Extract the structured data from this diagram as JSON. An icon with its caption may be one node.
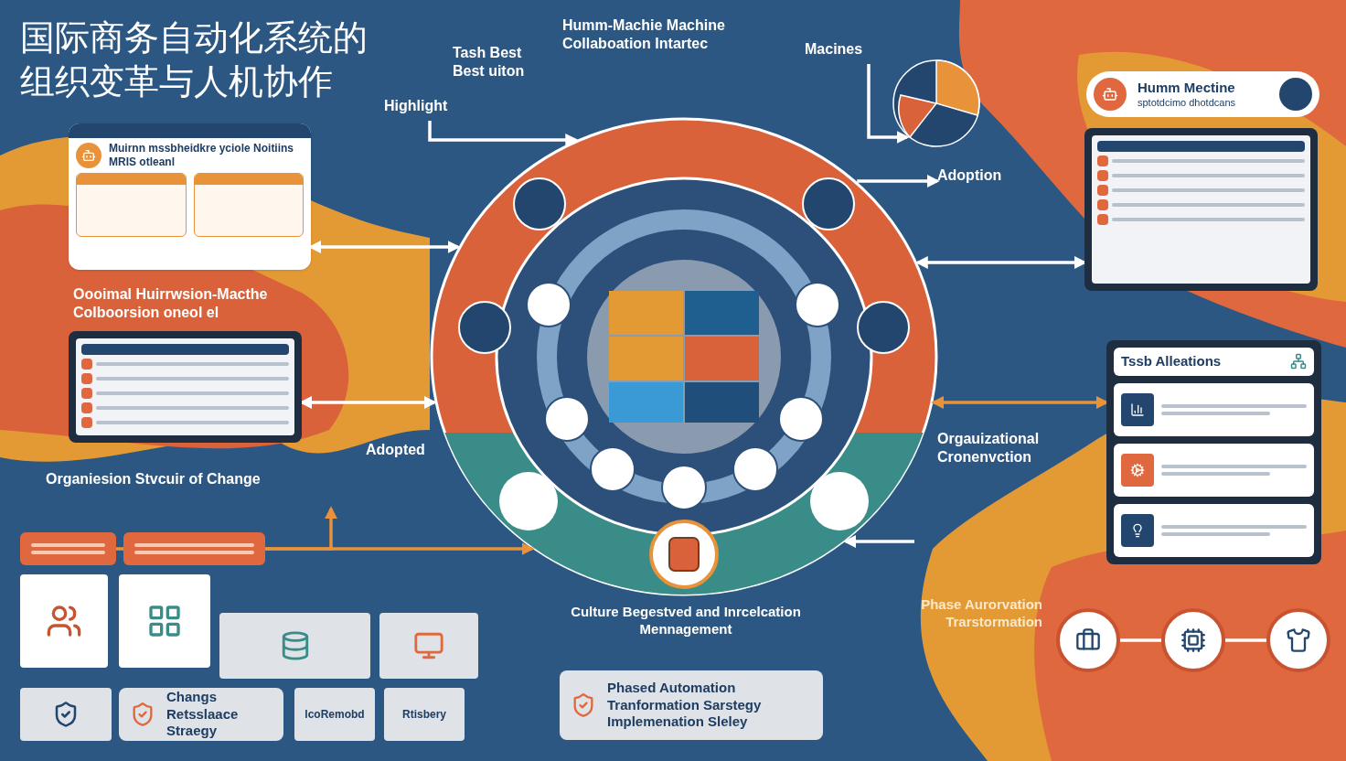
{
  "diagram": {
    "title": "国际商务自动化系统的组织变革与人机协作",
    "nodes": [
      {
        "text": [
          "Muirnn mssbheidkre yciole Noitiins MRIS otleanl"
        ]
      },
      {
        "text": [
          "Oooimal Huirrwsion-Macthe Colboorsion oneol el"
        ]
      },
      {
        "text": [],
        "shape": "box"
      },
      {
        "text": [
          "Highlight"
        ]
      },
      {
        "text": [
          "Tash Best Best uiton"
        ]
      },
      {
        "text": [
          "Humm-Machie Machine Collaboation Intartec"
        ]
      },
      {
        "text": [
          "Macines"
        ]
      },
      {
        "text": [],
        "shape": "circle"
      },
      {
        "text": [],
        "shape": "circle"
      },
      {
        "text": [
          "Adoption"
        ]
      },
      {
        "text": [
          "Humm Mectine",
          "sptotdcimo dhotdcans"
        ]
      },
      {
        "text": [],
        "shape": "box"
      },
      {
        "text": [
          "Tssb Alleations"
        ]
      },
      {
        "text": [
          "Orgauizational Cronenvction"
        ]
      },
      {
        "text": [
          "Phase Aurorvation Trarstormation"
        ]
      },
      {
        "text": [
          "Culture Begestved and Inrcelcation Mennagement"
        ]
      },
      {
        "text": [
          "Phased Automation Tranformation Sarstegy Implemenation Sleley"
        ]
      },
      {
        "text": [
          "Organiesion Stvcuir of Change"
        ]
      },
      {
        "text": [],
        "shape": "box"
      },
      {
        "text": [],
        "shape": "box"
      },
      {
        "text": [
          "Adopted"
        ]
      },
      {
        "text": [
          "Changs Retsslaace Straegy"
        ]
      },
      {
        "text": [],
        "shape": "circle"
      },
      {
        "text": [],
        "shape": "circle"
      },
      {
        "text": [],
        "shape": "circle"
      }
    ],
    "edges": [
      {
        "from": 3,
        "to": 8,
        "arrow": "to"
      },
      {
        "from": 0,
        "to": 8,
        "arrow": "both"
      },
      {
        "from": 2,
        "to": 8,
        "arrow": "both"
      },
      {
        "from": 6,
        "to": 7,
        "arrow": "to"
      },
      {
        "from": 8,
        "to": 9,
        "arrow": "to"
      },
      {
        "from": 8,
        "to": 11,
        "arrow": "both"
      },
      {
        "from": 8,
        "to": 12,
        "arrow": "both",
        "color": "#e8923a"
      },
      {
        "from": null,
        "to": 8,
        "arrow": "to"
      },
      {
        "from": 18,
        "to": 19,
        "arrow": "none",
        "color": "#e8923a"
      },
      {
        "from": 19,
        "to": 8,
        "arrow": "to",
        "color": "#e8923a"
      },
      {
        "from": 19,
        "to": null,
        "arrow": "to",
        "color": "#e8923a"
      },
      {
        "from": 22,
        "to": 23,
        "arrow": "none"
      },
      {
        "from": 23,
        "to": 24,
        "arrow": "none"
      }
    ],
    "labels": [
      "lcoRemobd",
      "Rtisbery"
    ]
  }
}
